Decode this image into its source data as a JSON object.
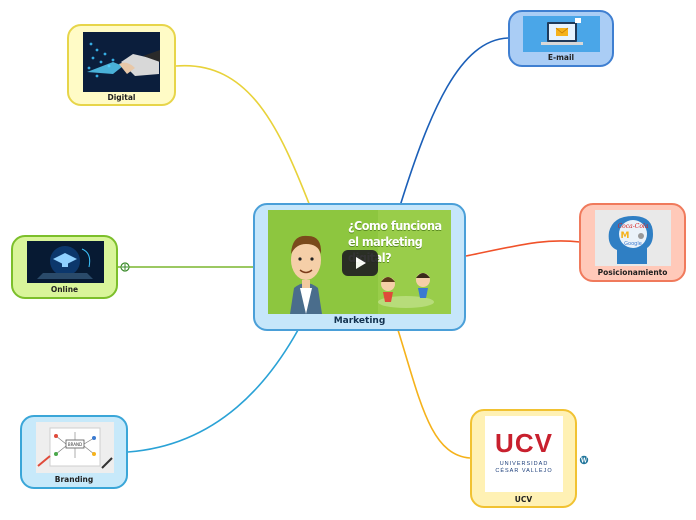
{
  "central": {
    "label": "Marketing",
    "video_title": "¿Como funciona el marketing digital?",
    "play_icon": "play-icon"
  },
  "branches": [
    {
      "id": "digital",
      "label": "Digital",
      "image": "handshake-circuit-image",
      "border": "#e7d54a",
      "fill": "#fffbc6",
      "line": "#e8d23a"
    },
    {
      "id": "online",
      "label": "Online",
      "image": "graduation-cap-laptop-image",
      "border": "#7cbf2b",
      "fill": "#d9f59a",
      "line": "#7ab52f"
    },
    {
      "id": "branding",
      "label": "Branding",
      "image": "brand-sketch-image",
      "border": "#3aa6d8",
      "fill": "#c7e9fa",
      "line": "#2aa2d6"
    },
    {
      "id": "email",
      "label": "E-mail",
      "image": "email-laptop-image",
      "border": "#3f7fd1",
      "fill": "#aacdf5",
      "line": "#1b5fb8"
    },
    {
      "id": "posicionamiento",
      "label": "Posicionamiento",
      "image": "brand-head-image",
      "border": "#f07a5c",
      "fill": "#ffc9b9",
      "line": "#f0522a"
    },
    {
      "id": "ucv",
      "label": "UCV",
      "image": "ucv-logo-image",
      "border": "#f1c232",
      "fill": "#fff1b4",
      "line": "#f5b21b",
      "logo_text": "UCV",
      "logo_sub1": "UNIVERSIDAD",
      "logo_sub2": "CÉSAR VALLEJO"
    }
  ],
  "colors": {
    "central_border": "#4a9fd8",
    "central_fill": "#c6e6fa",
    "video_bg": "#8bc53f"
  }
}
